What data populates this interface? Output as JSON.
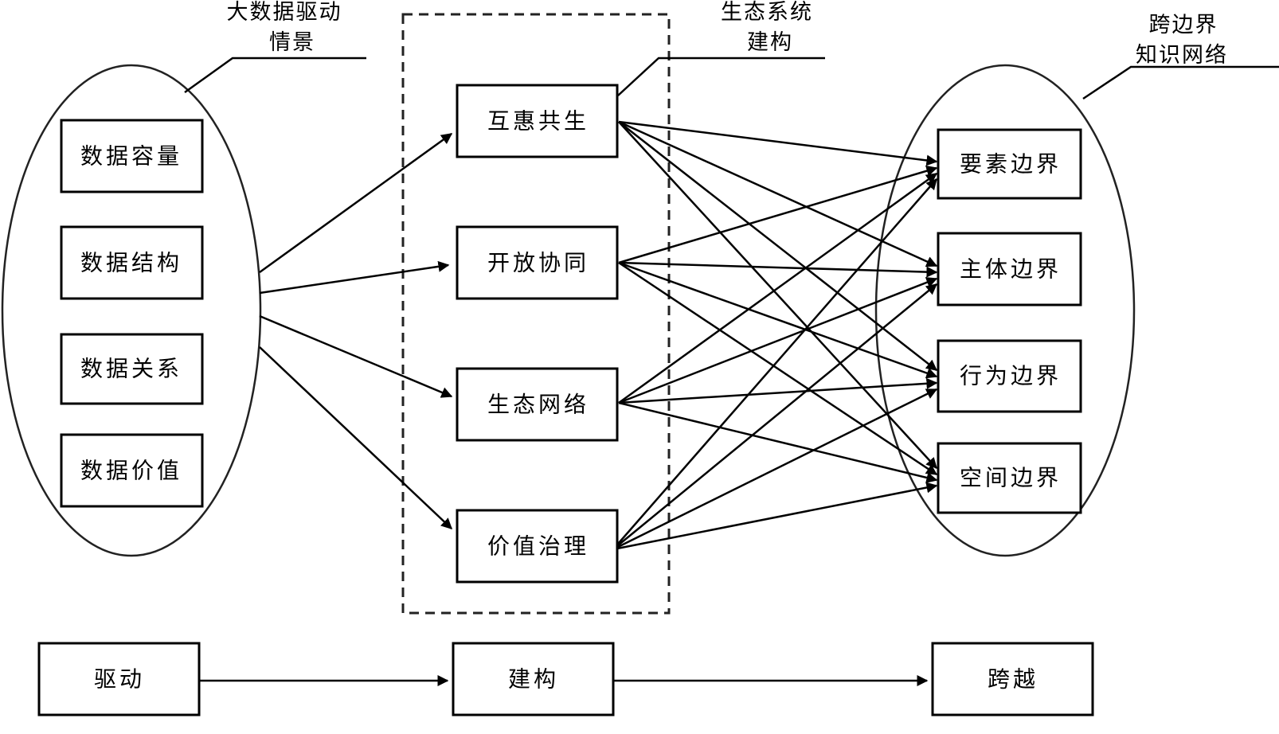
{
  "groups": {
    "left": {
      "label_line1": "大数据驱动",
      "label_line2": "情景",
      "items": [
        "数据容量",
        "数据结构",
        "数据关系",
        "数据价值"
      ]
    },
    "middle": {
      "label_line1": "生态系统",
      "label_line2": "建构",
      "items": [
        "互惠共生",
        "开放协同",
        "生态网络",
        "价值治理"
      ]
    },
    "right": {
      "label_line1": "跨边界",
      "label_line2": "知识网络",
      "items": [
        "要素边界",
        "主体边界",
        "行为边界",
        "空间边界"
      ]
    }
  },
  "flow": {
    "steps": [
      "驱动",
      "建构",
      "跨越"
    ]
  },
  "edges": {
    "left_to_middle": [
      "互惠共生",
      "开放协同",
      "生态网络",
      "价值治理"
    ],
    "middle_to_right": "each middle node connects to all four right nodes"
  },
  "colors": {
    "stroke": "#000000",
    "background": "#ffffff"
  }
}
